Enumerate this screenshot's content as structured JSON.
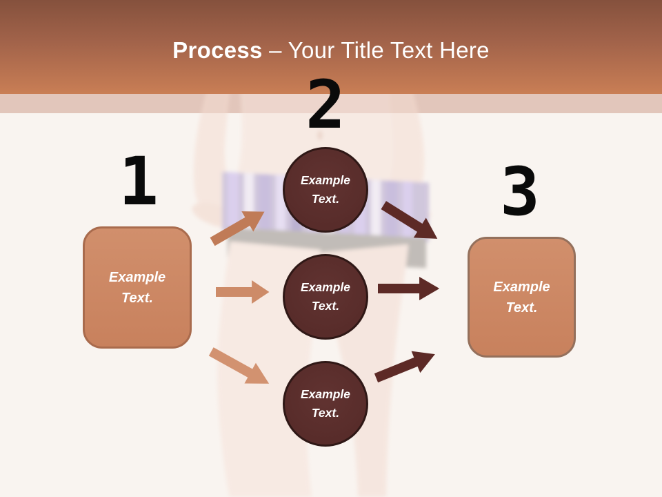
{
  "header": {
    "title_bold": "Process",
    "title_rest": "– Your Title Text Here"
  },
  "steps": {
    "one": {
      "number": "1",
      "label": "Example Text."
    },
    "two": {
      "number": "2"
    },
    "three": {
      "number": "3",
      "label": "Example Text."
    }
  },
  "circles": [
    {
      "label": "Example Text."
    },
    {
      "label": "Example Text."
    },
    {
      "label": "Example Text."
    }
  ],
  "colors": {
    "header_gradient_top": "#85513d",
    "header_gradient_bottom": "#c97e55",
    "header_band": "#e2c6bb",
    "background": "#f9f4f0",
    "box_fill": "#cc8764",
    "box_border_left": "#a96b4d",
    "box_border_right": "#94705c",
    "circle_fill": "#5a2d2b",
    "circle_border": "#2f1816",
    "arrow_left": "#c98762",
    "arrow_right": "#5d2a26",
    "number": "#0a0a0a",
    "label_text": "#ffffff",
    "title_text": "#ffffff"
  }
}
